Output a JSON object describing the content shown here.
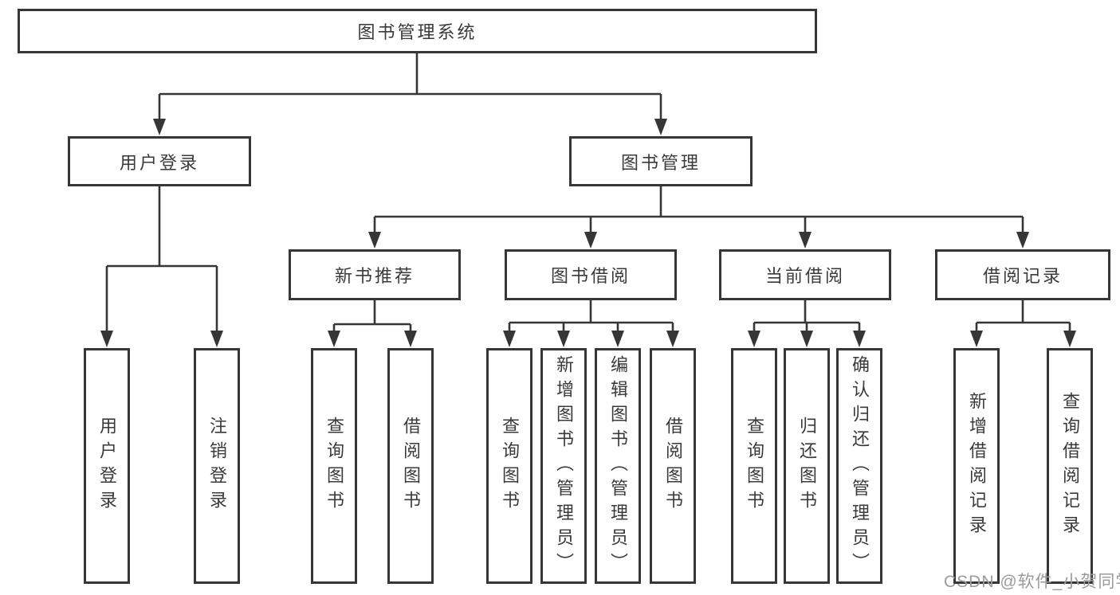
{
  "diagram": {
    "root": {
      "label": "图书管理系统"
    },
    "level1": [
      {
        "label": "用户登录"
      },
      {
        "label": "图书管理"
      }
    ],
    "level2": [
      {
        "label": "新书推荐"
      },
      {
        "label": "图书借阅"
      },
      {
        "label": "当前借阅"
      },
      {
        "label": "借阅记录"
      }
    ],
    "leaves": {
      "user_login": [
        "用户登录",
        "注销登录"
      ],
      "new_book": [
        "查询图书",
        "借阅图书"
      ],
      "book_borrow": [
        "查询图书",
        "新增图书（管理员）",
        "编辑图书（管理员）",
        "借阅图书"
      ],
      "current_borrow": [
        "查询图书",
        "归还图书",
        "确认归还（管理员）"
      ],
      "borrow_record": [
        "新增借阅记录",
        "查询借阅记录"
      ]
    }
  },
  "watermark": "CSDN @软件_小贺同学",
  "colors": {
    "line": "#363636",
    "text": "#3a3a3a",
    "watermark": "#9b9b9b",
    "background": "#ffffff"
  }
}
